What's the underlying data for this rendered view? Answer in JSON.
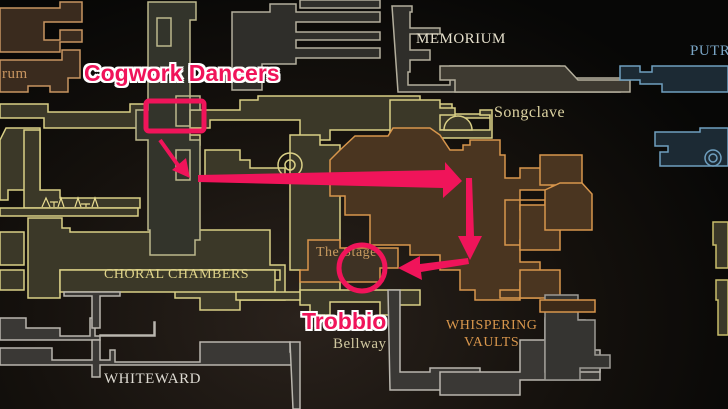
{
  "map": {
    "colors": {
      "olive": "#d9cf86",
      "olive_fill": "#3b3828",
      "orange": "#d8964c",
      "orange_fill": "#4a3520",
      "gray": "#b9b6ae",
      "gray_fill": "#3a3835",
      "blue": "#6f9fbf",
      "blue_fill": "#1c2a34",
      "brown": "#c79560",
      "brown_fill": "#3a2b1e",
      "annotation": "#f0145a"
    },
    "area_labels": [
      {
        "id": "memorium",
        "text": "MEMORIUM"
      },
      {
        "id": "putrified",
        "text": "PUTR"
      },
      {
        "id": "songclave",
        "text": "Songclave"
      },
      {
        "id": "choral-chambers",
        "text": "CHORAL CHAMBERS"
      },
      {
        "id": "the-stage",
        "text": "The Stage"
      },
      {
        "id": "bellway",
        "text": "Bellway"
      },
      {
        "id": "whispering-vaults-1",
        "text": "WHISPERING"
      },
      {
        "id": "whispering-vaults-2",
        "text": "VAULTS"
      },
      {
        "id": "whiteward",
        "text": "WHITEWARD"
      },
      {
        "id": "partial-left",
        "text": "rum"
      }
    ],
    "annotations": {
      "cogwork_dancers": "Cogwork Dancers",
      "trobbio": "Trobbio"
    }
  }
}
